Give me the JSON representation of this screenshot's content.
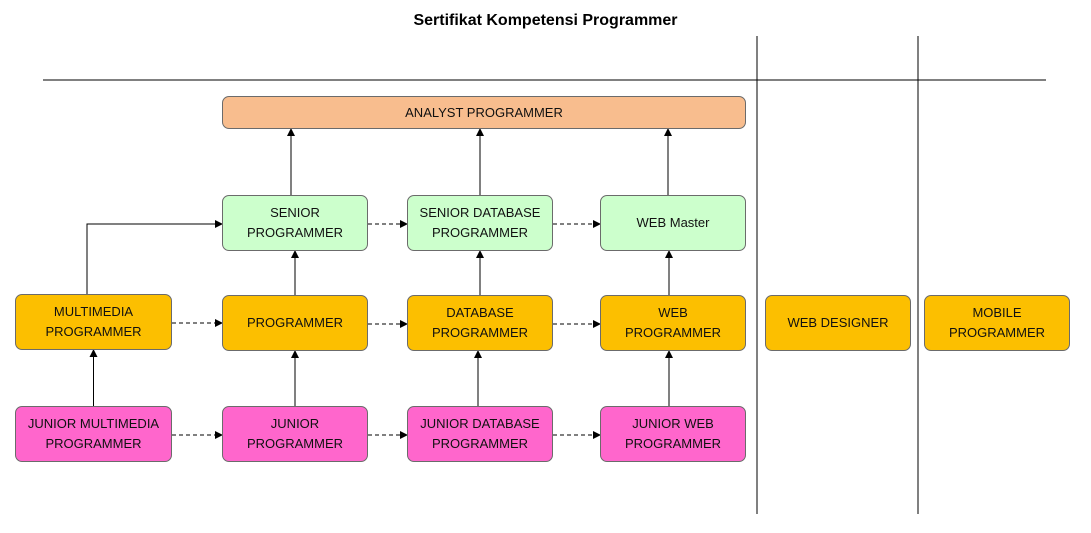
{
  "title": "Sertifikat Kompetensi Programmer",
  "colors": {
    "analyst": "#f8bd8e",
    "senior": "#ccffcc",
    "mid": "#fcbf00",
    "junior": "#ff66cc",
    "line": "#000000"
  },
  "nodes": {
    "analyst_programmer": "ANALYST PROGRAMMER",
    "senior_programmer": "SENIOR\nPROGRAMMER",
    "senior_database_programmer": "SENIOR DATABASE\nPROGRAMMER",
    "web_master": "WEB Master",
    "multimedia_programmer": "MULTIMEDIA\nPROGRAMMER",
    "programmer": "PROGRAMMER",
    "database_programmer": "DATABASE\nPROGRAMMER",
    "web_programmer": "WEB\nPROGRAMMER",
    "web_designer": "WEB DESIGNER",
    "mobile_programmer": "MOBILE\nPROGRAMMER",
    "junior_multimedia_programmer": "JUNIOR MULTIMEDIA\nPROGRAMMER",
    "junior_programmer": "JUNIOR\nPROGRAMMER",
    "junior_database_programmer": "JUNIOR DATABASE\nPROGRAMMER",
    "junior_web_programmer": "JUNIOR WEB\nPROGRAMMER"
  },
  "edges": [
    {
      "from": "senior_programmer",
      "to": "analyst_programmer",
      "style": "solid"
    },
    {
      "from": "senior_database_programmer",
      "to": "analyst_programmer",
      "style": "solid"
    },
    {
      "from": "web_master",
      "to": "analyst_programmer",
      "style": "solid"
    },
    {
      "from": "multimedia_programmer",
      "to": "senior_programmer",
      "style": "solid"
    },
    {
      "from": "programmer",
      "to": "senior_programmer",
      "style": "solid"
    },
    {
      "from": "database_programmer",
      "to": "senior_database_programmer",
      "style": "solid"
    },
    {
      "from": "web_programmer",
      "to": "web_master",
      "style": "solid"
    },
    {
      "from": "junior_multimedia_programmer",
      "to": "multimedia_programmer",
      "style": "solid"
    },
    {
      "from": "junior_programmer",
      "to": "programmer",
      "style": "solid"
    },
    {
      "from": "junior_database_programmer",
      "to": "database_programmer",
      "style": "solid"
    },
    {
      "from": "junior_web_programmer",
      "to": "web_programmer",
      "style": "solid"
    },
    {
      "from": "senior_programmer",
      "to": "senior_database_programmer",
      "style": "dashed"
    },
    {
      "from": "senior_database_programmer",
      "to": "web_master",
      "style": "dashed"
    },
    {
      "from": "multimedia_programmer",
      "to": "programmer",
      "style": "dashed"
    },
    {
      "from": "programmer",
      "to": "database_programmer",
      "style": "dashed"
    },
    {
      "from": "database_programmer",
      "to": "web_programmer",
      "style": "dashed"
    },
    {
      "from": "junior_multimedia_programmer",
      "to": "junior_programmer",
      "style": "dashed"
    },
    {
      "from": "junior_programmer",
      "to": "junior_database_programmer",
      "style": "dashed"
    },
    {
      "from": "junior_database_programmer",
      "to": "junior_web_programmer",
      "style": "dashed"
    }
  ]
}
